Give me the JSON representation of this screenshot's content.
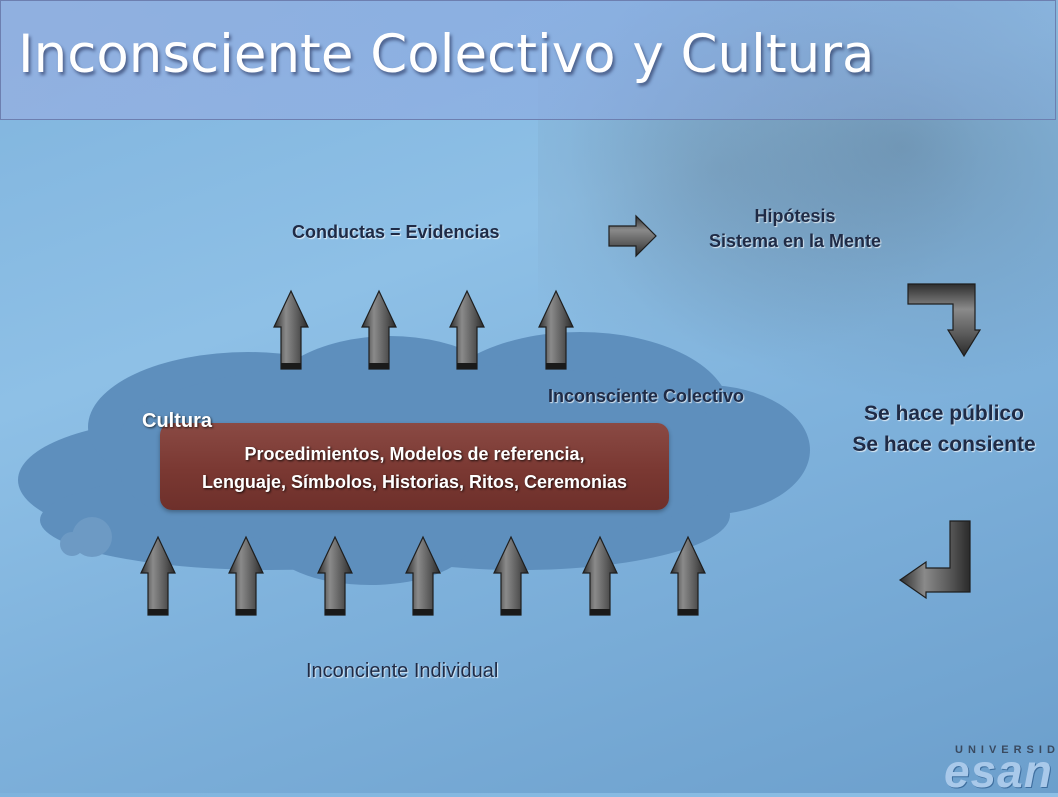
{
  "slide": {
    "title": "Inconsciente Colectivo y Cultura",
    "top_label": "Conductas = Evidencias",
    "hypothesis_line1": "Hipótesis",
    "hypothesis_line2": "Sistema en la Mente",
    "collective_label": "Inconsciente Colectivo",
    "culture_title": "Cultura",
    "culture_line1": "Procedimientos, Modelos de referencia,",
    "culture_line2": "Lenguaje, Símbolos, Historias, Ritos, Ceremonias",
    "public_line1": "Se hace público",
    "public_line2": "Se hace consiente",
    "individual_label": "Inconciente Individual"
  },
  "logo": {
    "small": "UNIVERSIDAD",
    "big": "esan"
  },
  "icons": {
    "up_arrow": "up-arrow-icon",
    "right_arrow": "right-arrow-icon",
    "corner_down_arrow": "corner-down-arrow-icon",
    "corner_left_arrow": "corner-left-arrow-icon"
  },
  "colors": {
    "background": "#8ec0e6",
    "cloud": "#5e8fbd",
    "culture_box": "#7a3832",
    "arrow": "#6a6a6a"
  }
}
